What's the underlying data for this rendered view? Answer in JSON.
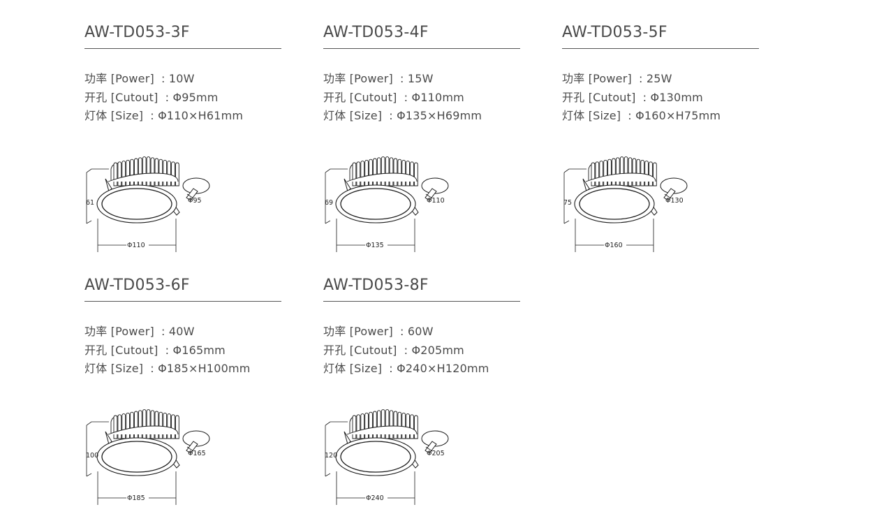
{
  "labels": {
    "power": "功率  [Power]",
    "cutout": "开孔  [Cutout]",
    "size": "灯体  [Size]",
    "sep": ": "
  },
  "products": [
    {
      "model": "AW-TD053-3F",
      "power": "10W",
      "cutout": "Φ95mm",
      "size": "Φ110×H61mm",
      "dim_height": "61",
      "dim_diameter": "Φ110",
      "dim_cutout": "Φ95"
    },
    {
      "model": "AW-TD053-4F",
      "power": "15W",
      "cutout": "Φ110mm",
      "size": "Φ135×H69mm",
      "dim_height": "69",
      "dim_diameter": "Φ135",
      "dim_cutout": "Φ110"
    },
    {
      "model": "AW-TD053-5F",
      "power": "25W",
      "cutout": "Φ130mm",
      "size": "Φ160×H75mm",
      "dim_height": "75",
      "dim_diameter": "Φ160",
      "dim_cutout": "Φ130"
    },
    {
      "model": "AW-TD053-6F",
      "power": "40W",
      "cutout": "Φ165mm",
      "size": "Φ185×H100mm",
      "dim_height": "100",
      "dim_diameter": "Φ185",
      "dim_cutout": "Φ165"
    },
    {
      "model": "AW-TD053-8F",
      "power": "60W",
      "cutout": "Φ205mm",
      "size": "Φ240×H120mm",
      "dim_height": "120",
      "dim_diameter": "Φ240",
      "dim_cutout": "Φ205"
    }
  ]
}
